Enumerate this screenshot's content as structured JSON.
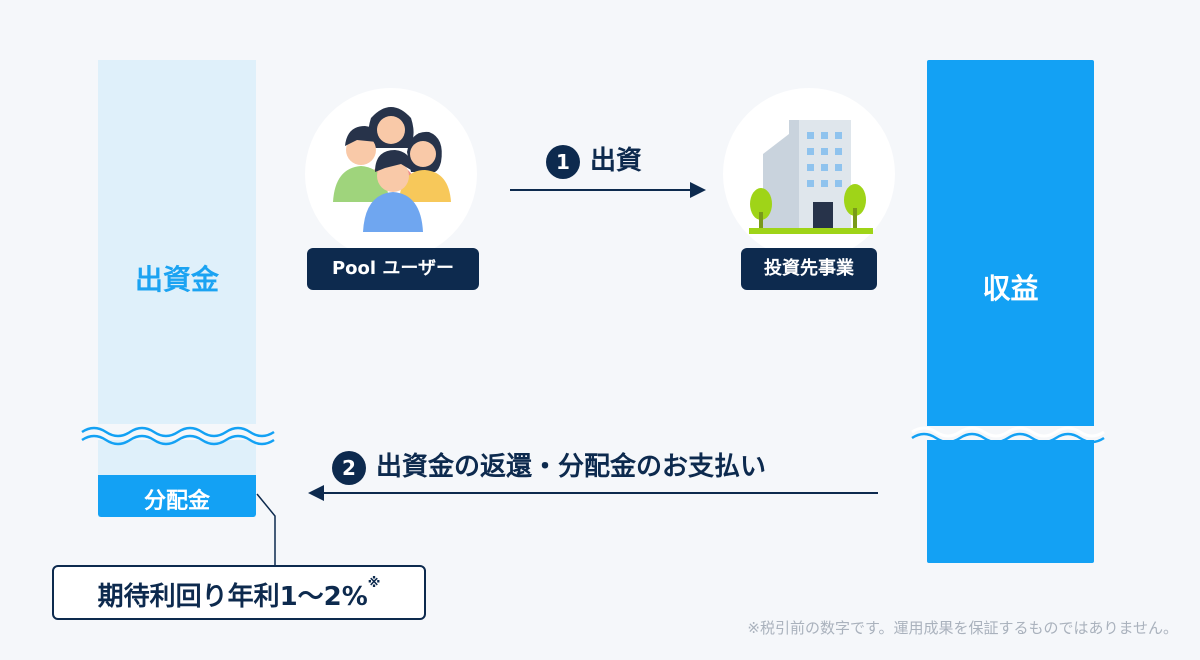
{
  "left_column": {
    "label": "出資金",
    "distribution_label": "分配金"
  },
  "right_column": {
    "label": "収益"
  },
  "nodes": {
    "users": {
      "label": "Pool ユーザー",
      "icon": "people-group-icon"
    },
    "business": {
      "label": "投資先事業",
      "icon": "office-building-icon"
    }
  },
  "flows": {
    "step1": {
      "number": "1",
      "label": "出資"
    },
    "step2": {
      "number": "2",
      "label": "出資金の返還・分配金のお支払い"
    }
  },
  "callout": {
    "text": "期待利回り年利1〜2%",
    "mark": "※"
  },
  "footnote": "※税引前の数字です。運用成果を保証するものではありません。",
  "colors": {
    "navy": "#0d2a4e",
    "blue": "#13a1f4",
    "light_blue": "#dff0fa",
    "background": "#f5f7fa"
  }
}
